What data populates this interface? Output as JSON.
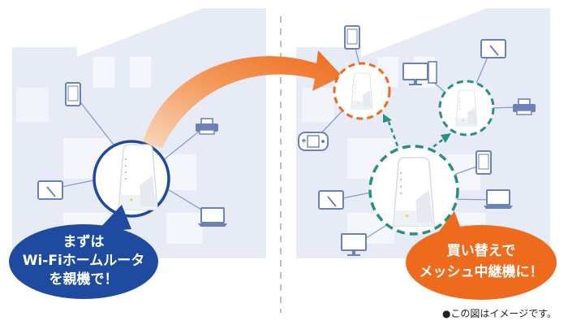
{
  "left_bubble": {
    "line1": "まずは",
    "line2": "Wi-Fiホームルータ",
    "line3": "を親機で！",
    "color": "#1e4aa0"
  },
  "right_bubble": {
    "line1": "買い替えで",
    "line2": "メッシュ中継機に！",
    "color": "#ee6a1c"
  },
  "footnote": "●この図はイメージです。",
  "colors": {
    "house": "#e6ebf5",
    "window": "#ffffff",
    "line": "#8a9cc8",
    "device": "#6b82b8",
    "arrow_start": "#f6c5a2",
    "arrow_end": "#ee6a1c",
    "ring_blue": "#1e4aa0",
    "ring_orange": "#ee6a1c",
    "ring_teal": "#2a8f83"
  }
}
